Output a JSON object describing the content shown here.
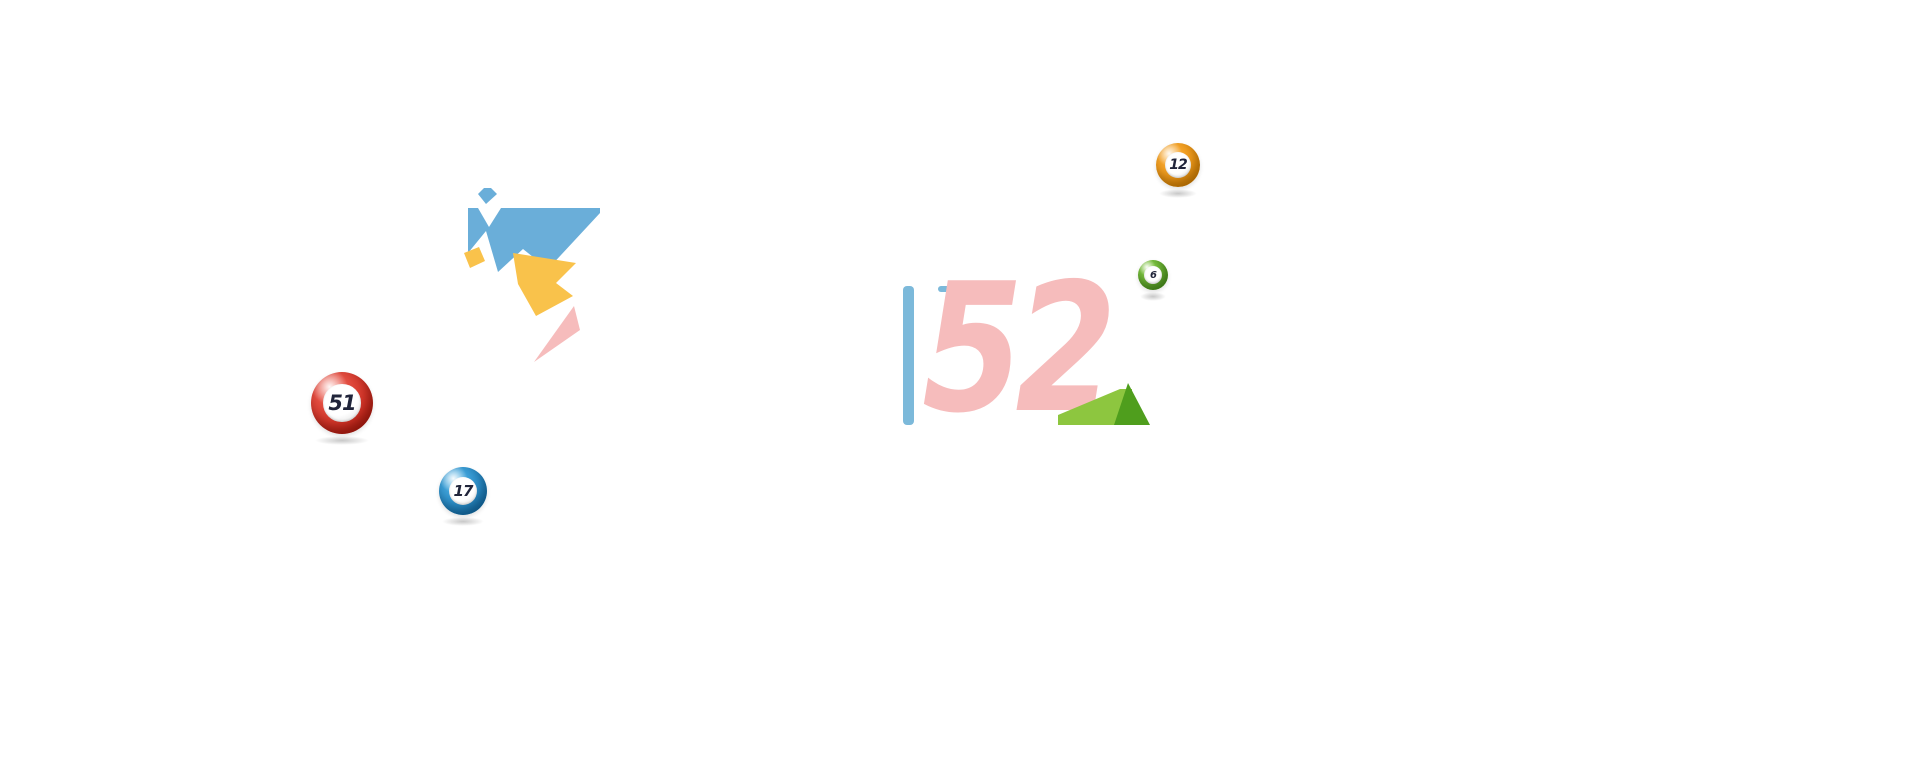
{
  "page": {
    "background_color": "#ffffff"
  },
  "balls": [
    {
      "id": "ball-51",
      "number": "51",
      "color_name": "red",
      "color_light": "#f4695c",
      "color_dark": "#c01a0e",
      "text_color": "#20243a"
    },
    {
      "id": "ball-17",
      "number": "17",
      "color_name": "blue",
      "color_light": "#54b6e8",
      "color_dark": "#1274b4",
      "text_color": "#20243a"
    },
    {
      "id": "ball-12",
      "number": "12",
      "color_name": "orange",
      "color_light": "#fbb03f",
      "color_dark": "#e68a00",
      "text_color": "#20243a"
    },
    {
      "id": "ball-6",
      "number": "6",
      "color_name": "green",
      "color_light": "#8fd14f",
      "color_dark": "#4f9e1d",
      "text_color": "#20243a"
    }
  ],
  "illustrations": {
    "left_confetti": {
      "colors": {
        "blue": "#6aaed9",
        "yellow": "#f9c24b",
        "pink": "#f6bcbc"
      }
    },
    "right_numbers": {
      "number_text": "52",
      "colors": {
        "pink": "#f6bcbc",
        "blue_bar": "#7cb9da",
        "green": "#8dc63f",
        "green_dark": "#4f9e1d"
      }
    }
  }
}
